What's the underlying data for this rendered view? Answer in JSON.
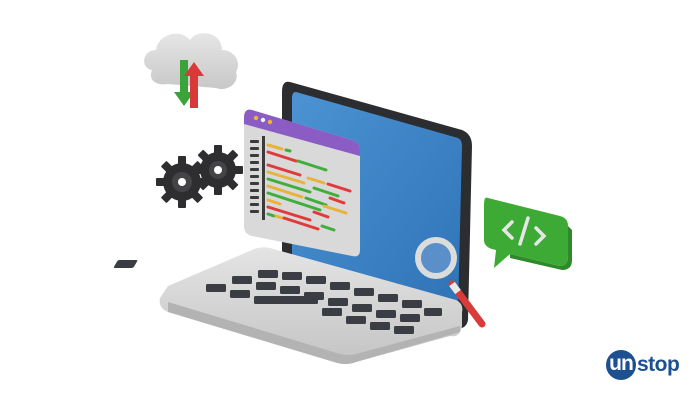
{
  "illustration": {
    "subject": "laptop with code editor window",
    "elements": [
      "cloud-sync",
      "gears",
      "code-window",
      "laptop-screen",
      "keyboard",
      "magnifying-glass",
      "code-speech-bubble"
    ],
    "bubble_symbol": "</>",
    "colors": {
      "screen_blue": "#3f86c8",
      "bezel": "#2b2d31",
      "window_header": "#8a5cc4",
      "window_body": "#d9d9d9",
      "code_red": "#e03a3a",
      "code_green": "#3fae3a",
      "code_yellow": "#e8b33a",
      "bubble_green": "#3daa35",
      "gear": "#2e2e30",
      "cloud": "#d7d7d7",
      "laptop_base": "#d4d4d4",
      "key": "#3a3d44",
      "magnifier_handle": "#d93b3b"
    }
  },
  "brand": {
    "badge_text": "un",
    "rest_text": "stop",
    "color": "#1d4f91"
  }
}
